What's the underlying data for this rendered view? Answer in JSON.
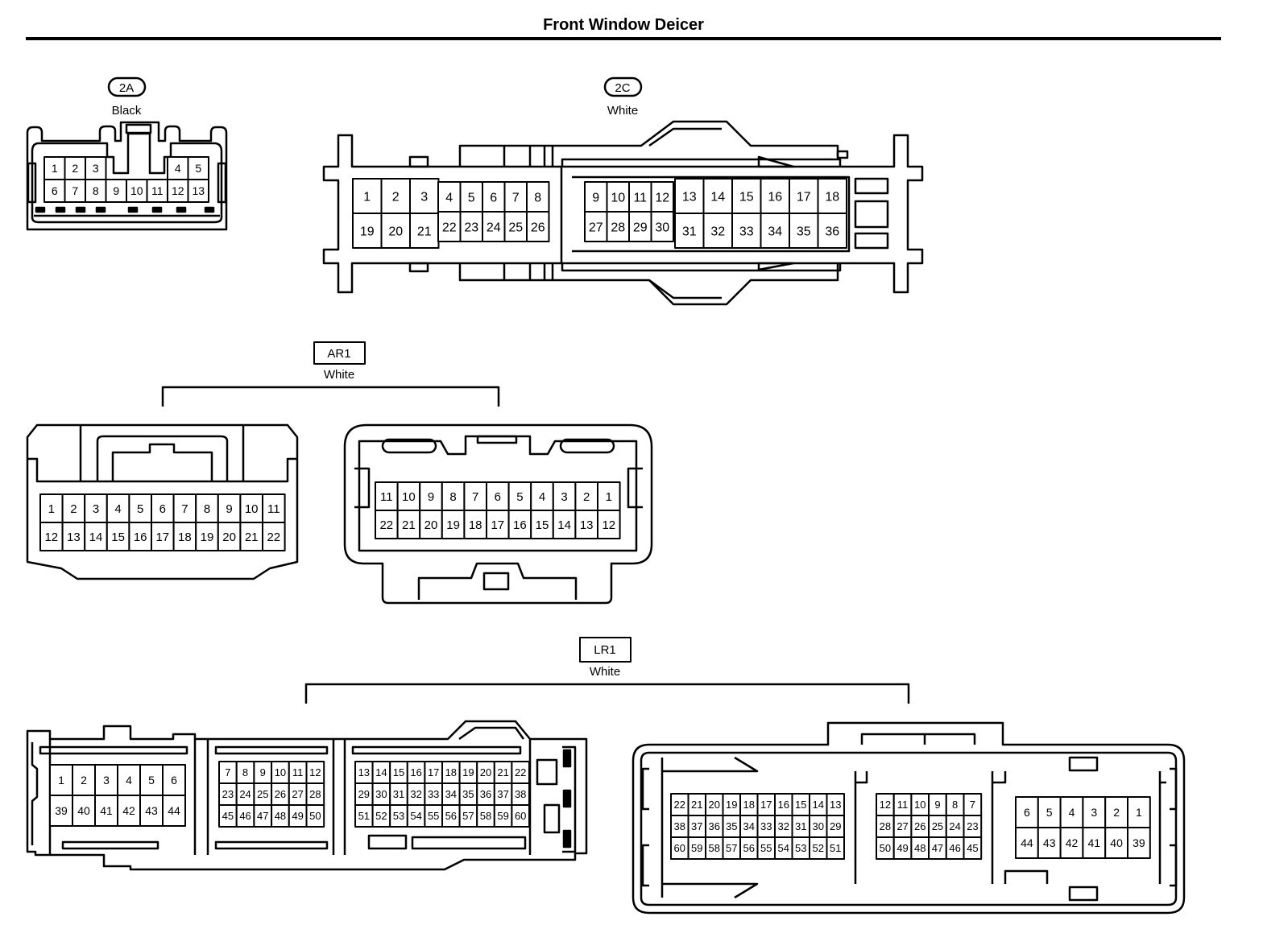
{
  "title": "Front Window Deicer",
  "connectors": {
    "c2A": {
      "code": "2A",
      "color": "Black",
      "rows": [
        [
          "1",
          "2",
          "3",
          "",
          "",
          "",
          "",
          "4",
          "5"
        ],
        [
          "6",
          "7",
          "8",
          "9",
          "10",
          "11",
          "12",
          "13"
        ]
      ]
    },
    "c2C": {
      "code": "2C",
      "color": "White",
      "rows": [
        [
          "1",
          "2",
          "3",
          "4",
          "5",
          "6",
          "7",
          "8",
          "9",
          "10",
          "11",
          "12",
          "13",
          "14",
          "15",
          "16",
          "17",
          "18"
        ],
        [
          "19",
          "20",
          "21",
          "22",
          "23",
          "24",
          "25",
          "26",
          "27",
          "28",
          "29",
          "30",
          "31",
          "32",
          "33",
          "34",
          "35",
          "36"
        ]
      ]
    },
    "AR1": {
      "code": "AR1",
      "color": "White",
      "left_rows": [
        [
          "1",
          "2",
          "3",
          "4",
          "5",
          "6",
          "7",
          "8",
          "9",
          "10",
          "11"
        ],
        [
          "12",
          "13",
          "14",
          "15",
          "16",
          "17",
          "18",
          "19",
          "20",
          "21",
          "22"
        ]
      ],
      "right_rows": [
        [
          "11",
          "10",
          "9",
          "8",
          "7",
          "6",
          "5",
          "4",
          "3",
          "2",
          "1"
        ],
        [
          "22",
          "21",
          "20",
          "19",
          "18",
          "17",
          "16",
          "15",
          "14",
          "13",
          "12"
        ]
      ]
    },
    "LR1": {
      "code": "LR1",
      "color": "White",
      "left_rows": [
        [
          "1",
          "2",
          "3",
          "4",
          "5",
          "6"
        ],
        [
          "39",
          "40",
          "41",
          "42",
          "43",
          "44"
        ],
        [
          "7",
          "8",
          "9",
          "10",
          "11",
          "12"
        ],
        [
          "23",
          "24",
          "25",
          "26",
          "27",
          "28"
        ],
        [
          "45",
          "46",
          "47",
          "48",
          "49",
          "50"
        ],
        [
          "13",
          "14",
          "15",
          "16",
          "17",
          "18",
          "19",
          "20",
          "21",
          "22"
        ],
        [
          "29",
          "30",
          "31",
          "32",
          "33",
          "34",
          "35",
          "36",
          "37",
          "38"
        ],
        [
          "51",
          "52",
          "53",
          "54",
          "55",
          "56",
          "57",
          "58",
          "59",
          "60"
        ]
      ],
      "right_rows": [
        [
          "22",
          "21",
          "20",
          "19",
          "18",
          "17",
          "16",
          "15",
          "14",
          "13"
        ],
        [
          "38",
          "37",
          "36",
          "35",
          "34",
          "33",
          "32",
          "31",
          "30",
          "29"
        ],
        [
          "60",
          "59",
          "58",
          "57",
          "56",
          "55",
          "54",
          "53",
          "52",
          "51"
        ],
        [
          "12",
          "11",
          "10",
          "9",
          "8",
          "7"
        ],
        [
          "28",
          "27",
          "26",
          "25",
          "24",
          "23"
        ],
        [
          "50",
          "49",
          "48",
          "47",
          "46",
          "45"
        ],
        [
          "6",
          "5",
          "4",
          "3",
          "2",
          "1"
        ],
        [
          "44",
          "43",
          "42",
          "41",
          "40",
          "39"
        ]
      ]
    }
  }
}
